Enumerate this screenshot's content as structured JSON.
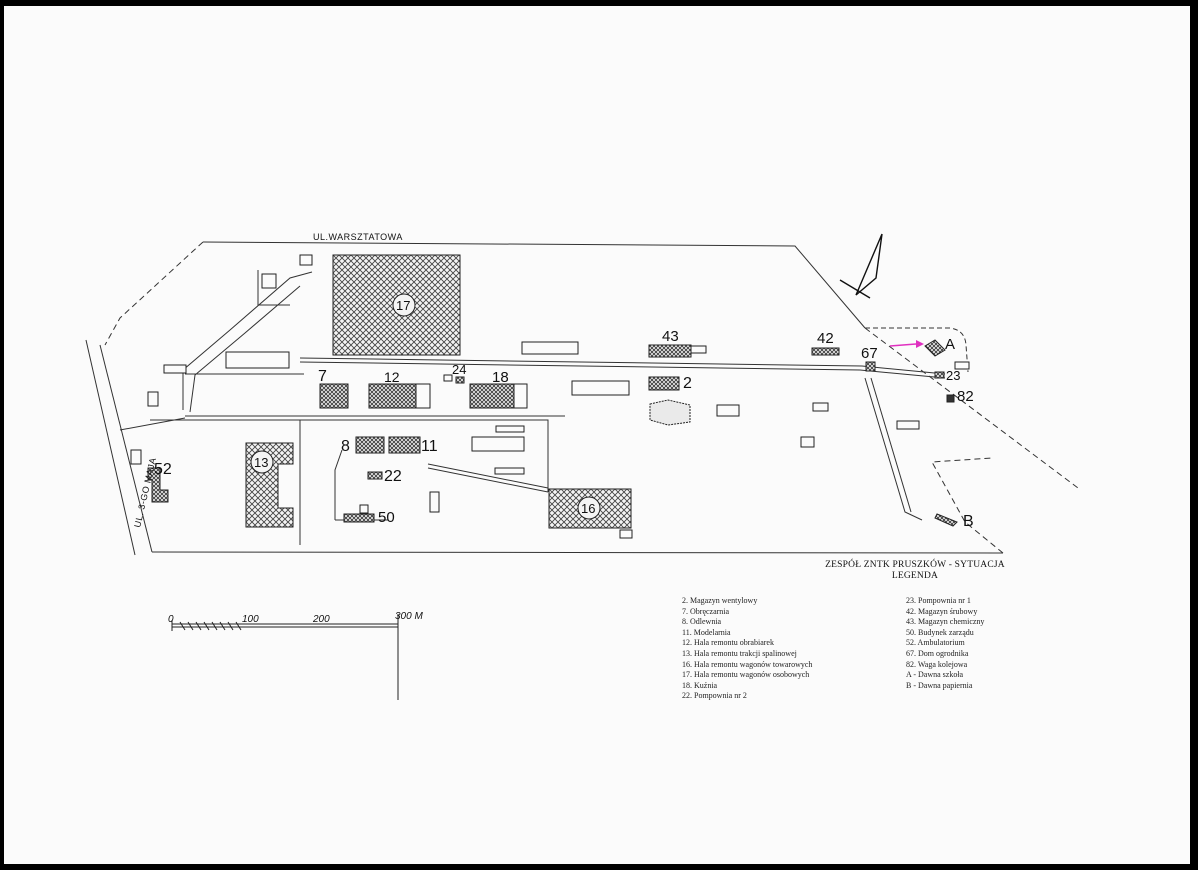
{
  "map": {
    "street_top": "UL.WARSZTATOWA",
    "street_left": "UL. 3-GO MAJA",
    "title": "ZESPÓŁ ZNTK PRUSZKÓW - SYTUACJA",
    "subtitle": "LEGENDA",
    "hatch_color": "#555555",
    "marker_color": "#e030c0"
  },
  "buildings": {
    "b17": "17",
    "b43": "43",
    "b42": "42",
    "b67": "67",
    "bA": "A",
    "b7": "7",
    "b12": "12",
    "b24": "24",
    "b18": "18",
    "b2": "2",
    "b23": "23",
    "b82": "82",
    "b8": "8",
    "b11": "11",
    "b13": "13",
    "b52": "52",
    "b22": "22",
    "b50": "50",
    "b16": "16",
    "bB": "B"
  },
  "scale": {
    "t0": "0",
    "t100": "100",
    "t200": "200",
    "t300": "300 M"
  },
  "legend": {
    "left": [
      "2. Magazyn wentylowy",
      "7. Obręczarnia",
      "8. Odlewnia",
      "11. Modelarnia",
      "12. Hala remontu obrabiarek",
      "13. Hala remontu trakcji spalinowej",
      "16. Hala remontu wagonów towarowych",
      "17. Hala remontu wagonów osobowych",
      "18. Kuźnia",
      "22. Pompownia nr 2"
    ],
    "right": [
      "23. Pompownia nr 1",
      "42. Magazyn śrubowy",
      "43. Magazyn chemiczny",
      "50. Budynek zarządu",
      "52. Ambulatorium",
      "67. Dom ogrodnika",
      "82. Waga kolejowa",
      "A - Dawna szkoła",
      "B - Dawna papiernia"
    ]
  }
}
